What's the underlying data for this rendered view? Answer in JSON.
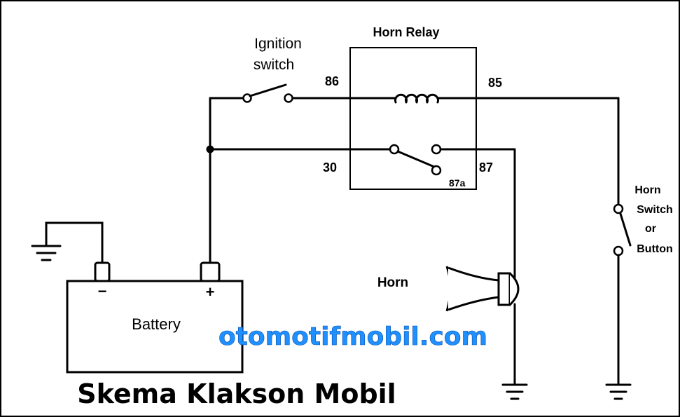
{
  "diagram": {
    "title": "Skema Klakson Mobil",
    "watermark": "otomotifmobil.com",
    "labels": {
      "ignition_line1": "Ignition",
      "ignition_line2": "switch",
      "horn_relay": "Horn Relay",
      "pin_86": "86",
      "pin_85": "85",
      "pin_30": "30",
      "pin_87": "87",
      "pin_87a": "87a",
      "horn_switch_line1": "Horn",
      "horn_switch_line2": "Switch",
      "horn_switch_line3": "or",
      "horn_switch_line4": "Button",
      "horn": "Horn",
      "battery": "Battery",
      "battery_minus": "−",
      "battery_plus": "+"
    },
    "colors": {
      "watermark": "#1e90ff",
      "lines": "#000000",
      "background": "#ffffff"
    }
  }
}
